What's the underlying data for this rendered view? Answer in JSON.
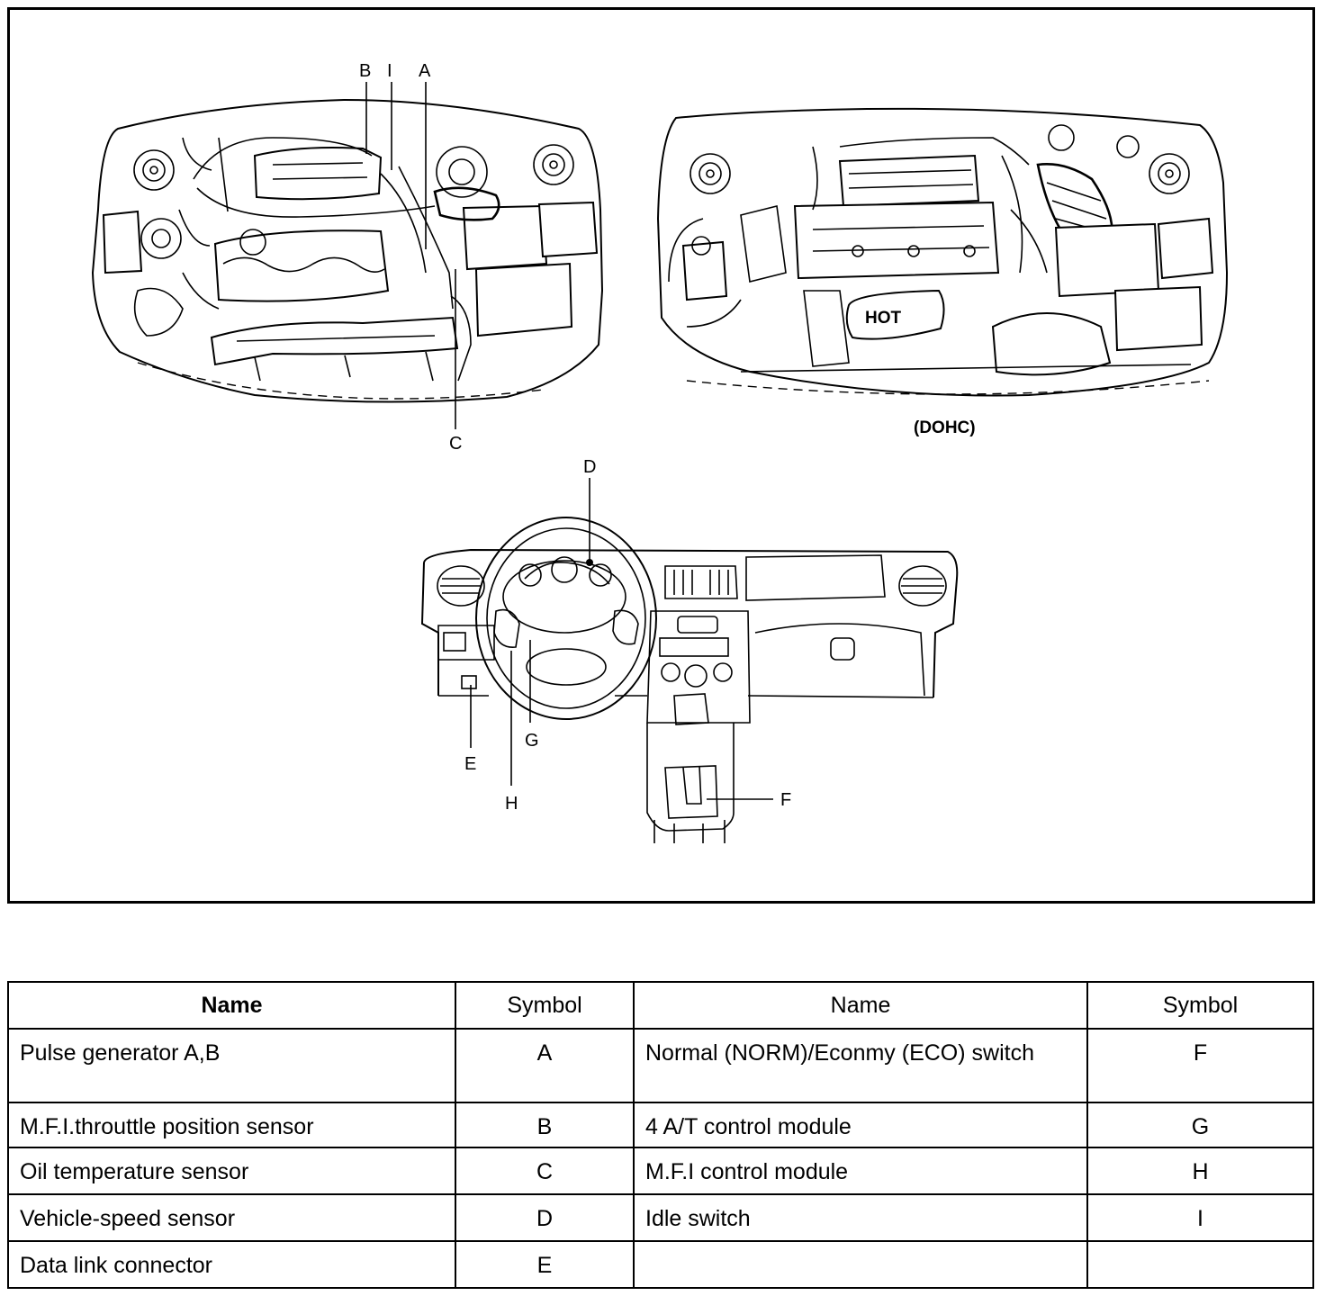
{
  "diagram": {
    "labels": {
      "A": "A",
      "B": "B",
      "C": "C",
      "D": "D",
      "E": "E",
      "F": "F",
      "G": "G",
      "H": "H",
      "I": "I"
    },
    "dohc_caption": "(DOHC)",
    "engine_hot_label": "HOT"
  },
  "table": {
    "headers": [
      "Name",
      "Symbol",
      "Name",
      "Symbol"
    ],
    "rows": [
      {
        "name_left": "Pulse generator A,B",
        "symbol_left": "A",
        "name_right": "Normal (NORM)/Econmy (ECO) switch",
        "symbol_right": "F"
      },
      {
        "name_left": "M.F.I.throuttle position sensor",
        "symbol_left": "B",
        "name_right": "4 A/T control module",
        "symbol_right": "G"
      },
      {
        "name_left": "Oil temperature sensor",
        "symbol_left": "C",
        "name_right": "M.F.I control module",
        "symbol_right": "H"
      },
      {
        "name_left": "Vehicle-speed sensor",
        "symbol_left": "D",
        "name_right": "Idle switch",
        "symbol_right": "I"
      },
      {
        "name_left": "Data link connector",
        "symbol_left": "E",
        "name_right": "",
        "symbol_right": ""
      }
    ]
  }
}
